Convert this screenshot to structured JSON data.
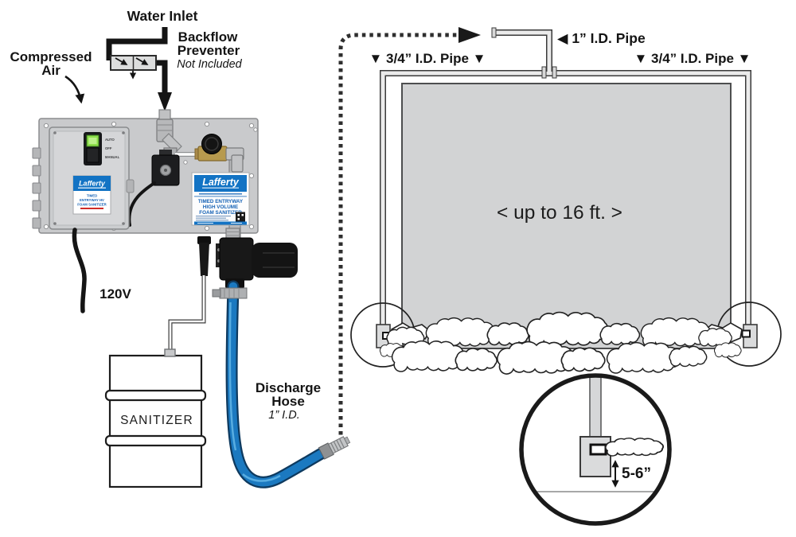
{
  "colors": {
    "lafferty_blue": "#1273c4",
    "label_blue": "#1461b5",
    "hose_blue": "#1b79c0",
    "hose_dark": "#0e3a5f",
    "hose_light": "#5fb3e4",
    "entry_gray": "#d2d3d4",
    "switch_green": "#8de04a",
    "red_accent": "#d02b27",
    "ink": "#1c1c1c"
  },
  "left": {
    "water_inlet": "Water Inlet",
    "compressed": [
      "Compressed",
      "Air"
    ],
    "backflow": [
      "Backflow",
      "Preventer"
    ],
    "backflow_note": "Not Included",
    "voltage": "120V",
    "drum": "SANITIZER",
    "discharge": [
      "Discharge",
      "Hose"
    ],
    "discharge_size": "1” I.D.",
    "switch": [
      "AUTO",
      "OFF",
      "MANUAL"
    ],
    "brand": "Lafferty",
    "label_small": [
      "TIMED",
      "ENTRYWAY HV",
      "FOAM SANITIZER"
    ],
    "label_large": [
      "TIMED ENTRYWAY",
      "HIGH VOLUME",
      "FOAM SANITIZER"
    ]
  },
  "right": {
    "pipe_1id": "◀ 1” I.D. Pipe",
    "pipe_34_left": "▼ 3/4” I.D. Pipe ▼",
    "pipe_34_right": "▼ 3/4” I.D. Pipe ▼",
    "span_note": "< up to 16 ft. >",
    "nozzle_height": "5-6”"
  }
}
